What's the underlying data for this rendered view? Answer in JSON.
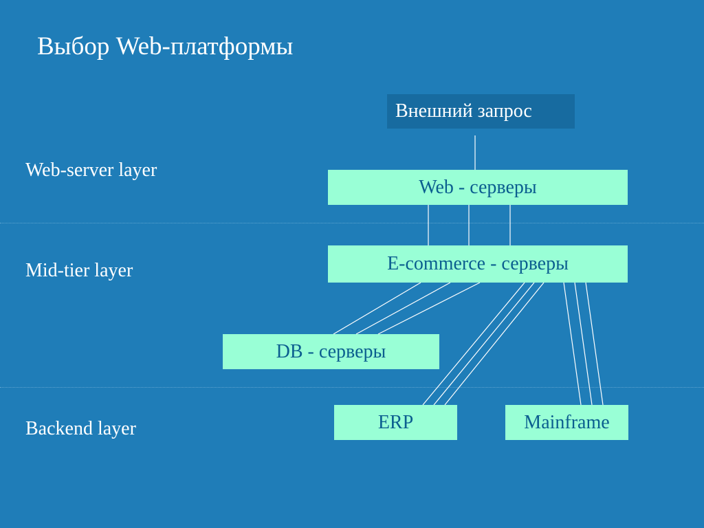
{
  "slide": {
    "title": "Выбор Web-платформы"
  },
  "layers": {
    "web_server": "Web-server layer",
    "mid_tier": "Mid-tier layer",
    "backend": "Backend layer"
  },
  "nodes": {
    "external_request": "Внешний запрос",
    "web_servers": "Web - серверы",
    "ecommerce_servers": "E-commerce - серверы",
    "db_servers": "DB - серверы",
    "erp": "ERP",
    "mainframe": "Mainframe"
  },
  "colors": {
    "background": "#1f7db8",
    "node_fill": "#99ffd6",
    "node_text": "#0b5e8f",
    "request_fill": "#176ba0",
    "text": "#ffffff"
  }
}
